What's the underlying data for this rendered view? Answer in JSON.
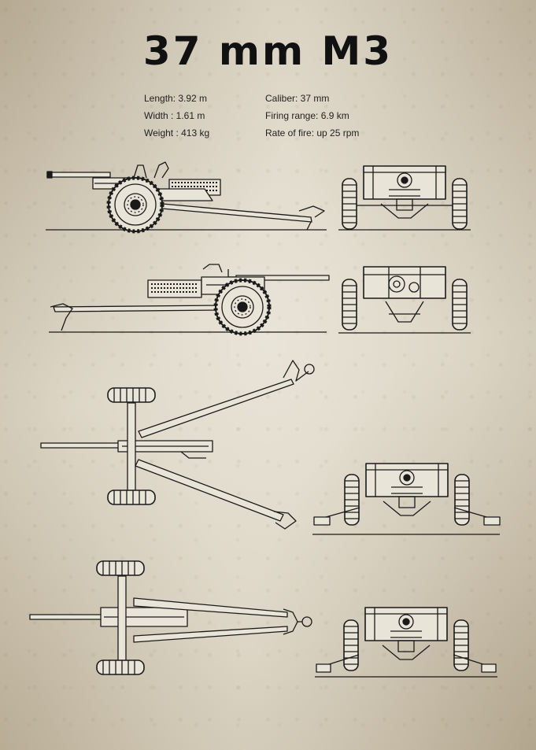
{
  "title": "37 mm M3",
  "specs_left": [
    "Length: 3.92 m",
    "Width : 1.61 m",
    "Weight : 413 kg"
  ],
  "specs_right": [
    "Caliber: 37 mm",
    "Firing range: 6.9 km",
    "Rate of fire: up 25 rpm"
  ],
  "colors": {
    "ink": "#1a1a1a",
    "paper": "#e6e0d2"
  }
}
